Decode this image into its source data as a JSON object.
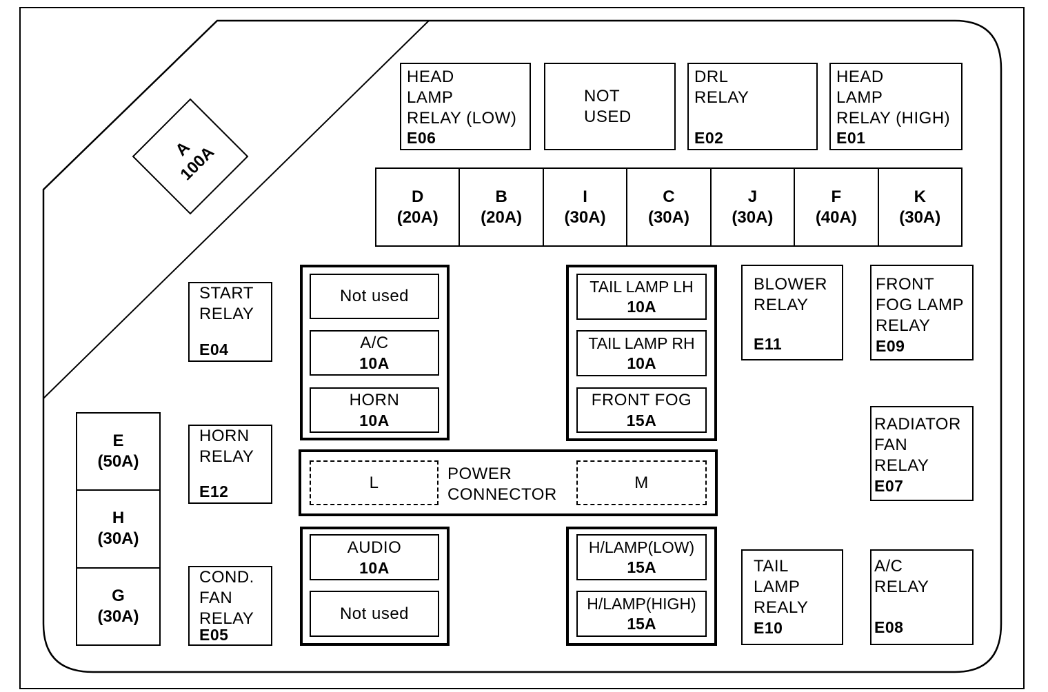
{
  "fuse_a": {
    "name": "A",
    "amp": "100A"
  },
  "top_relays": [
    {
      "lines": [
        "HEAD",
        "LAMP",
        "RELAY (LOW)"
      ],
      "code": "E06"
    },
    {
      "lines": [
        "NOT",
        "USED"
      ],
      "code": ""
    },
    {
      "lines": [
        "DRL",
        "RELAY"
      ],
      "code": "E02"
    },
    {
      "lines": [
        "HEAD",
        "LAMP",
        "RELAY (HIGH)"
      ],
      "code": "E01"
    }
  ],
  "fuse_row": [
    {
      "name": "D",
      "amp": "(20A)"
    },
    {
      "name": "B",
      "amp": "(20A)"
    },
    {
      "name": "I",
      "amp": "(30A)"
    },
    {
      "name": "C",
      "amp": "(30A)"
    },
    {
      "name": "J",
      "amp": "(30A)"
    },
    {
      "name": "F",
      "amp": "(40A)"
    },
    {
      "name": "K",
      "amp": "(30A)"
    }
  ],
  "left_fuses": [
    {
      "name": "E",
      "amp": "(50A)"
    },
    {
      "name": "H",
      "amp": "(30A)"
    },
    {
      "name": "G",
      "amp": "(30A)"
    }
  ],
  "start_relay": {
    "lines": [
      "START",
      "RELAY"
    ],
    "code": "E04"
  },
  "horn_relay": {
    "lines": [
      "HORN",
      "RELAY"
    ],
    "code": "E12"
  },
  "cond_fan_relay": {
    "lines": [
      "COND.",
      "FAN",
      "RELAY"
    ],
    "code": "E05"
  },
  "group1": [
    {
      "label": "Not used",
      "amp": ""
    },
    {
      "label": "A/C",
      "amp": "10A"
    },
    {
      "label": "HORN",
      "amp": "10A"
    }
  ],
  "group2": [
    {
      "label": "TAIL LAMP LH",
      "amp": "10A"
    },
    {
      "label": "TAIL LAMP RH",
      "amp": "10A"
    },
    {
      "label": "FRONT FOG",
      "amp": "15A"
    }
  ],
  "power_connector": {
    "label_line1": "POWER",
    "label_line2": "CONNECTOR",
    "left": "L",
    "right": "M"
  },
  "group3": [
    {
      "label": "AUDIO",
      "amp": "10A"
    },
    {
      "label": "Not used",
      "amp": ""
    }
  ],
  "group4": [
    {
      "label": "H/LAMP(LOW)",
      "amp": "15A"
    },
    {
      "label": "H/LAMP(HIGH)",
      "amp": "15A"
    }
  ],
  "blower_relay": {
    "lines": [
      "BLOWER",
      "RELAY"
    ],
    "code": "E11"
  },
  "front_fog_relay": {
    "lines": [
      "FRONT",
      "FOG LAMP",
      "RELAY"
    ],
    "code": "E09"
  },
  "radiator_fan_relay": {
    "lines": [
      "RADIATOR",
      "FAN",
      "RELAY"
    ],
    "code": "E07"
  },
  "tail_lamp_relay": {
    "lines": [
      "TAIL",
      "LAMP",
      "REALY"
    ],
    "code": "E10"
  },
  "ac_relay": {
    "lines": [
      "A/C",
      "RELAY"
    ],
    "code": "E08"
  }
}
